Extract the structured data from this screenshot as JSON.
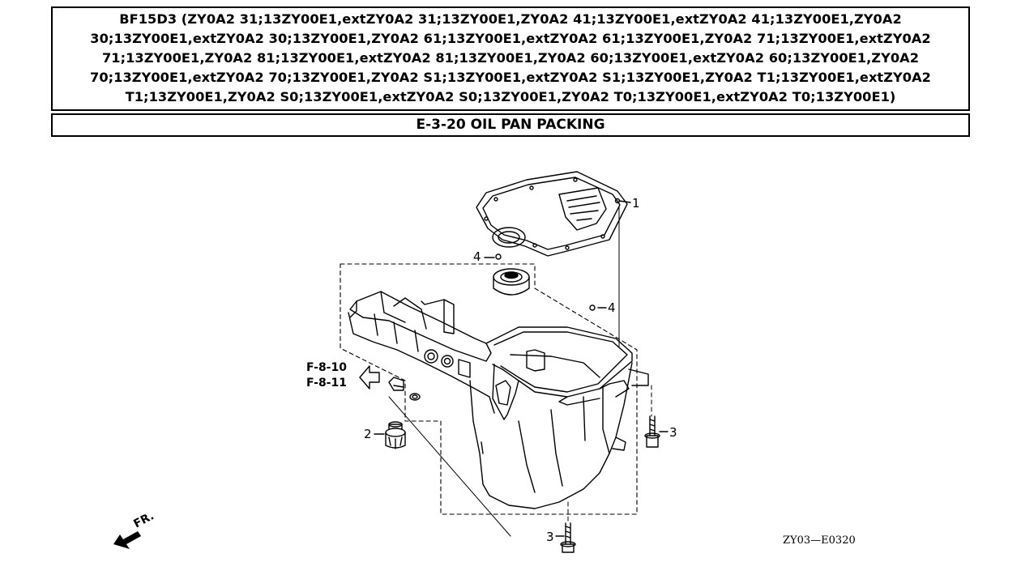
{
  "header": {
    "model_title": "BF15D3 (ZY0A2 31;13ZY00E1,extZY0A2 31;13ZY00E1,ZY0A2 41;13ZY00E1,extZY0A2 41;13ZY00E1,ZY0A2 30;13ZY00E1,extZY0A2 30;13ZY00E1,ZY0A2 61;13ZY00E1,extZY0A2 61;13ZY00E1,ZY0A2 71;13ZY00E1,extZY0A2 71;13ZY00E1,ZY0A2 81;13ZY00E1,extZY0A2 81;13ZY00E1,ZY0A2 60;13ZY00E1,extZY0A2 60;13ZY00E1,ZY0A2 70;13ZY00E1,extZY0A2 70;13ZY00E1,ZY0A2 S1;13ZY00E1,extZY0A2 S1;13ZY00E1,ZY0A2 T1;13ZY00E1,extZY0A2 T1;13ZY00E1,ZY0A2 S0;13ZY00E1,extZY0A2 S0;13ZY00E1,ZY0A2 T0;13ZY00E1,extZY0A2 T0;13ZY00E1)",
    "section_title": "E-3-20 OIL PAN PACKING"
  },
  "diagram": {
    "callouts": {
      "part_1": "1",
      "part_2": "2",
      "part_3_right": "3",
      "part_3_bottom": "3",
      "part_4_left": "4",
      "part_4_right": "4"
    },
    "references": [
      "F-8-10",
      "F-8-11"
    ],
    "front_label": "FR.",
    "figure_code": "ZY03—E0320"
  }
}
